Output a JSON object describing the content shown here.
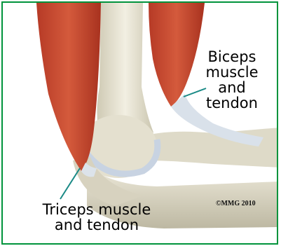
{
  "labels": {
    "biceps": [
      "Biceps",
      "muscle",
      "and",
      "tendon"
    ],
    "triceps": [
      "Triceps muscle",
      "and tendon"
    ]
  },
  "copyright": "©MMG 2010",
  "colors": {
    "border": "#00933c",
    "muscle": "#c8482f",
    "bone": "#e7e3d2",
    "cartilage": "#c8d3e2",
    "leader_line": "#1a8a86"
  }
}
